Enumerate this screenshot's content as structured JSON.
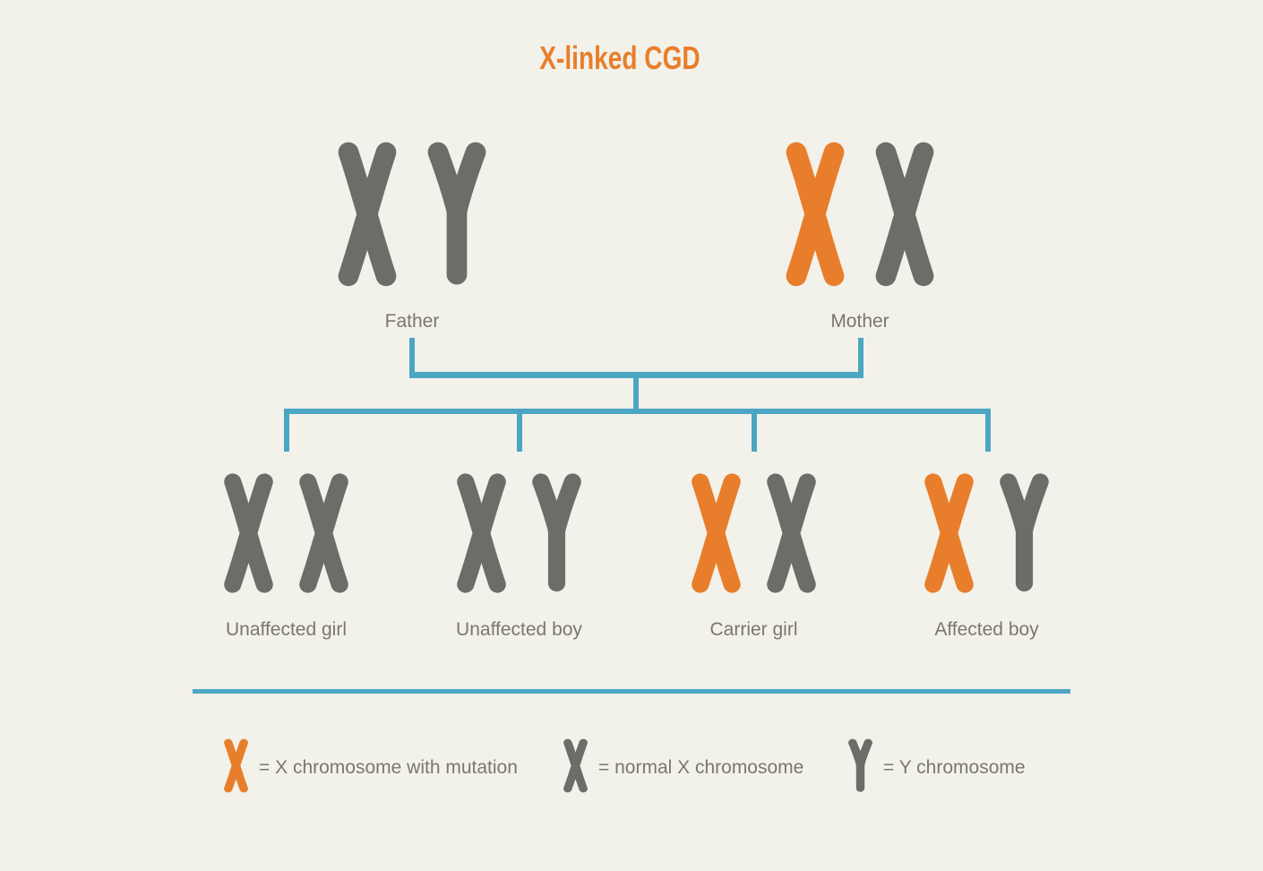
{
  "title": "X-linked CGD",
  "colors": {
    "background": "#F2F1EA",
    "orange": "#E87E2B",
    "gray": "#6E6C68",
    "text": "#7A7771",
    "teal": "#4CA6C3"
  },
  "parents": [
    {
      "label": "Father",
      "chromosomes": [
        {
          "type": "X",
          "status": "normal"
        },
        {
          "type": "Y",
          "status": "normal"
        }
      ]
    },
    {
      "label": "Mother",
      "chromosomes": [
        {
          "type": "X",
          "status": "mutation"
        },
        {
          "type": "X",
          "status": "normal"
        }
      ]
    }
  ],
  "children": [
    {
      "label": "Unaffected girl",
      "chromosomes": [
        {
          "type": "X",
          "status": "normal"
        },
        {
          "type": "X",
          "status": "normal"
        }
      ]
    },
    {
      "label": "Unaffected boy",
      "chromosomes": [
        {
          "type": "X",
          "status": "normal"
        },
        {
          "type": "Y",
          "status": "normal"
        }
      ]
    },
    {
      "label": "Carrier girl",
      "chromosomes": [
        {
          "type": "X",
          "status": "mutation"
        },
        {
          "type": "X",
          "status": "normal"
        }
      ]
    },
    {
      "label": "Affected boy",
      "chromosomes": [
        {
          "type": "X",
          "status": "mutation"
        },
        {
          "type": "Y",
          "status": "normal"
        }
      ]
    }
  ],
  "legend": [
    {
      "chromosome": {
        "type": "X",
        "status": "mutation"
      },
      "label": "= X chromosome with mutation"
    },
    {
      "chromosome": {
        "type": "X",
        "status": "normal"
      },
      "label": "= normal X chromosome"
    },
    {
      "chromosome": {
        "type": "Y",
        "status": "normal"
      },
      "label": "= Y chromosome"
    }
  ]
}
